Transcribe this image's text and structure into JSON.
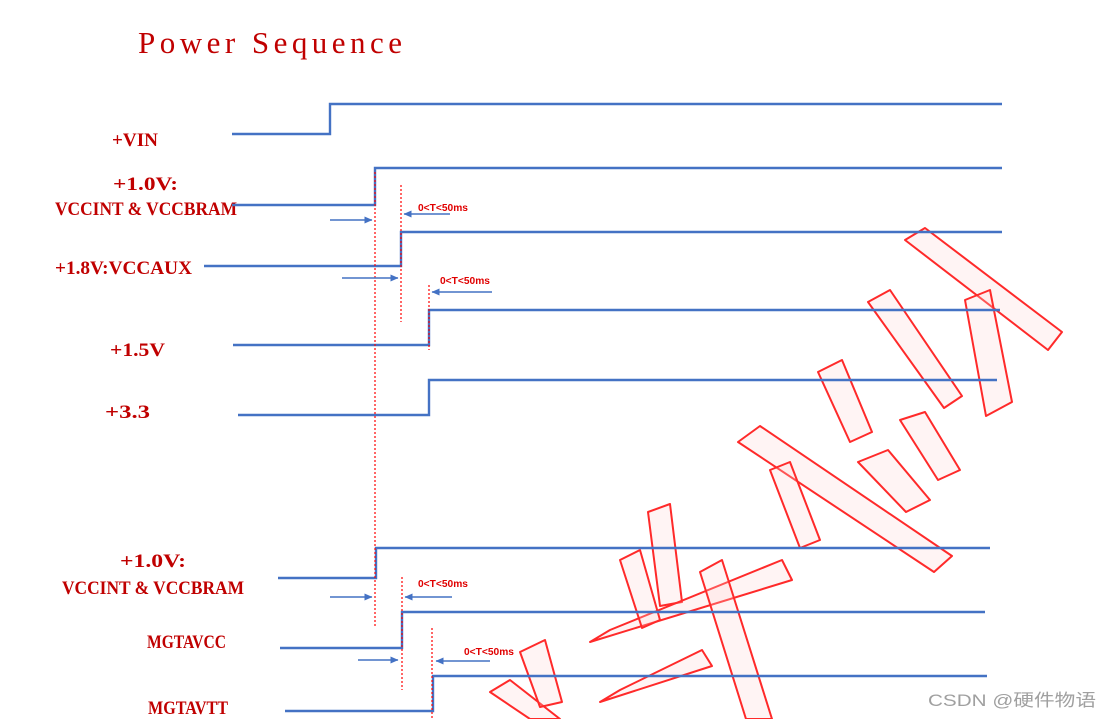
{
  "title": "Power Sequence",
  "colors": {
    "signal": "#4472c4",
    "label": "#c00000",
    "title": "#c00000",
    "marker": "#ff0000",
    "annotation": "#e00000",
    "footer": "#a0a0a0",
    "watermark": "#ff2a2a"
  },
  "signals": [
    {
      "label": "+VIN"
    },
    {
      "label": "+1.0V:",
      "sublabel": "VCCINT & VCCBRAM"
    },
    {
      "label": "+1.8V:VCCAUX"
    },
    {
      "label": "+1.5V"
    },
    {
      "label": "+3.3"
    },
    {
      "label": "+1.0V:",
      "sublabel": "VCCINT & VCCBRAM"
    },
    {
      "label": "MGTAVCC"
    },
    {
      "label": "MGTAVTT"
    }
  ],
  "delay_annotations": [
    "0<T<50ms",
    "0<T<50ms",
    "0<T<50ms",
    "0<T<50ms"
  ],
  "footer": {
    "text": "CSDN @硬件物语"
  },
  "watermark": {
    "text": "硬件原创"
  }
}
